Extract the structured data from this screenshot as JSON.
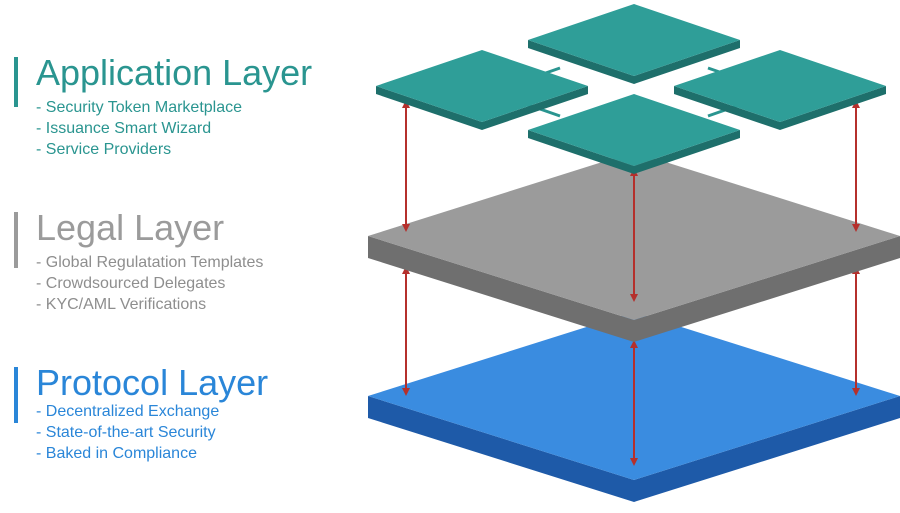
{
  "colors": {
    "application": "#2a9590",
    "legal": "#9b9b9b",
    "protocol": "#2a86d8",
    "arrow": "#b5302c"
  },
  "layers": [
    {
      "id": "application",
      "title": "Application Layer",
      "items": [
        "- Security Token Marketplace",
        "- Issuance Smart Wizard",
        "- Service Providers"
      ]
    },
    {
      "id": "legal",
      "title": "Legal Layer",
      "items": [
        "- Global Regulatation Templates",
        "- Crowdsourced Delegates",
        "- KYC/AML Verifications"
      ]
    },
    {
      "id": "protocol",
      "title": "Protocol Layer",
      "items": [
        "- Decentralized Exchange",
        "- State-of-the-art Security",
        "- Baked in Compliance"
      ]
    }
  ]
}
